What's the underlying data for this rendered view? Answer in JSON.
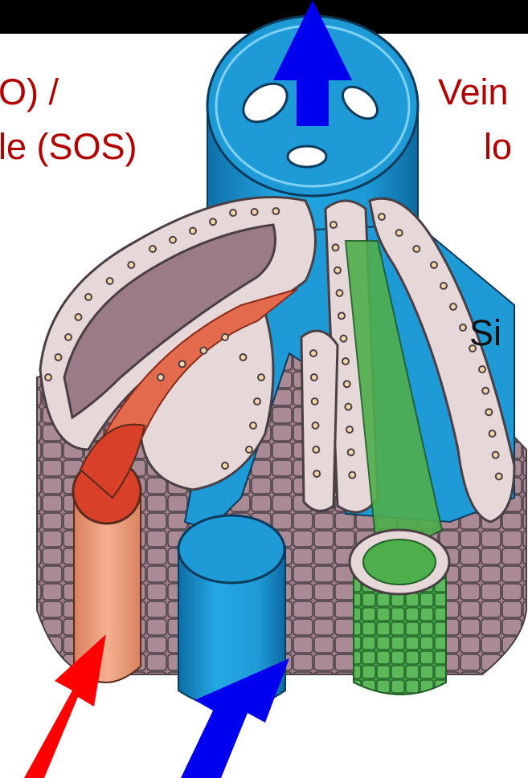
{
  "labels": {
    "left_line1": "O) /",
    "left_line2": "le (SOS)",
    "right_line1": "Vein",
    "right_line2": "lo",
    "right_mid": "Si"
  },
  "colors": {
    "top_bar": "#000000",
    "label_red": "#b30000",
    "vein_blue": "#1e9ad6",
    "artery_red": "#d8402a",
    "artery_tube": "#f0a07f",
    "bile_green": "#4fae4c",
    "hepatocyte": "#e6d8d8",
    "cell_outline": "#4a3f45",
    "tissue_mauve": "#9a7b86",
    "arrow_blue": "#0000ee",
    "arrow_red": "#ff0000"
  },
  "icons": [
    "up-arrow-icon",
    "red-inflow-arrow-icon",
    "blue-inflow-arrow-icon"
  ]
}
